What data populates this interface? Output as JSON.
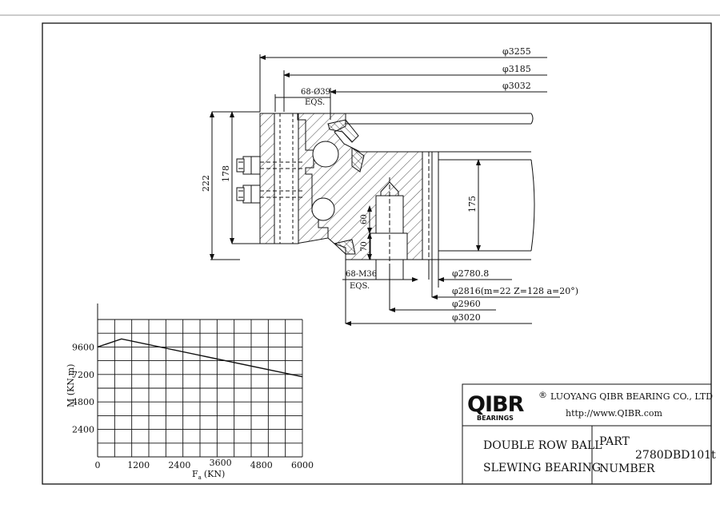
{
  "dimensions": {
    "d3255": "φ3255",
    "d3185": "φ3185",
    "d3032": "φ3032",
    "hole_top": "68-Ø39",
    "eqs_top": "EQS.",
    "h222": "222",
    "h178": "178",
    "h175": "175",
    "h60": "60",
    "h70": "70",
    "hole_bottom": "68-M36",
    "eqs_bottom": "EQS.",
    "d2780": "φ2780.8",
    "d2816": "φ2816(m=22 Z=128 a=20°)",
    "d2960": "φ2960",
    "d3020": "φ3020"
  },
  "chart_data": {
    "type": "line",
    "x": [
      0,
      700,
      6000
    ],
    "y": [
      9600,
      10300,
      7000
    ],
    "xticks": [
      "0",
      "1200",
      "2400",
      "3600",
      "4800",
      "6000"
    ],
    "yticks": [
      "9600",
      "7200",
      "4800",
      "2400"
    ],
    "xlabel_main": "F",
    "xlabel_sub": "a",
    "xlabel_unit": "(KN)",
    "ylabel": "M (KN.m)",
    "xlim": [
      0,
      6000
    ],
    "ylim": [
      0,
      12000
    ],
    "grid": true
  },
  "title_block": {
    "logo": "QIBR",
    "logo_sub": "BEARINGS",
    "registered": "®",
    "company": "LUOYANG QIBR BEARING CO., LTD",
    "website": "http://www.QIBR.com",
    "desc_line1": "DOUBLE ROW BALL",
    "desc_line2": "SLEWING BEARING",
    "part_label1": "PART",
    "part_label2": "NUMBER",
    "part_number": "2780DBD101t"
  }
}
